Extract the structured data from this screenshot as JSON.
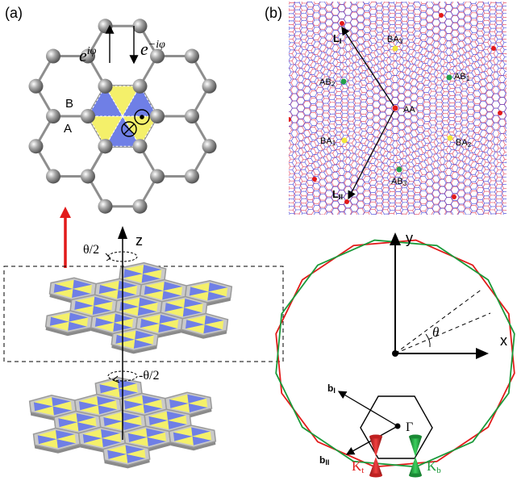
{
  "panel_a": {
    "label": "(a)",
    "phase_plus": "e",
    "phase_plus_sup": "iφ",
    "phase_minus": "e",
    "phase_minus_sup": "−iφ",
    "site_b": "B",
    "site_a": "A",
    "axis_z": "z",
    "angle_top": "θ/2",
    "angle_bottom": "-θ/2"
  },
  "panel_b": {
    "label": "(b)",
    "vec_l1": "L",
    "vec_l1_sub": "I",
    "vec_l2": "L",
    "vec_l2_sub": "II",
    "points": [
      {
        "text": "BA",
        "sub": "3"
      },
      {
        "text": "AB",
        "sub": "2"
      },
      {
        "text": "AB",
        "sub": "1"
      },
      {
        "text": "AA",
        "sub": ""
      },
      {
        "text": "BA",
        "sub": "1"
      },
      {
        "text": "BA",
        "sub": "2"
      },
      {
        "text": "AB",
        "sub": "3"
      }
    ]
  },
  "panel_bz": {
    "axis_x": "x",
    "axis_y": "y",
    "angle": "θ",
    "gamma": "Γ",
    "b1": "b",
    "b1_sub": "I",
    "b2": "b",
    "b2_sub": "II",
    "kt": "K",
    "kt_sub": "t",
    "kb": "K",
    "kb_sub": "b"
  },
  "colors": {
    "blue": "#6f7fe6",
    "yellow": "#f4f06a",
    "red": "#e21a1a",
    "green": "#1a9a3a",
    "gray": "#8e8e8e",
    "moire_red": "#e03a55",
    "moire_blue": "#3a3ad8"
  }
}
